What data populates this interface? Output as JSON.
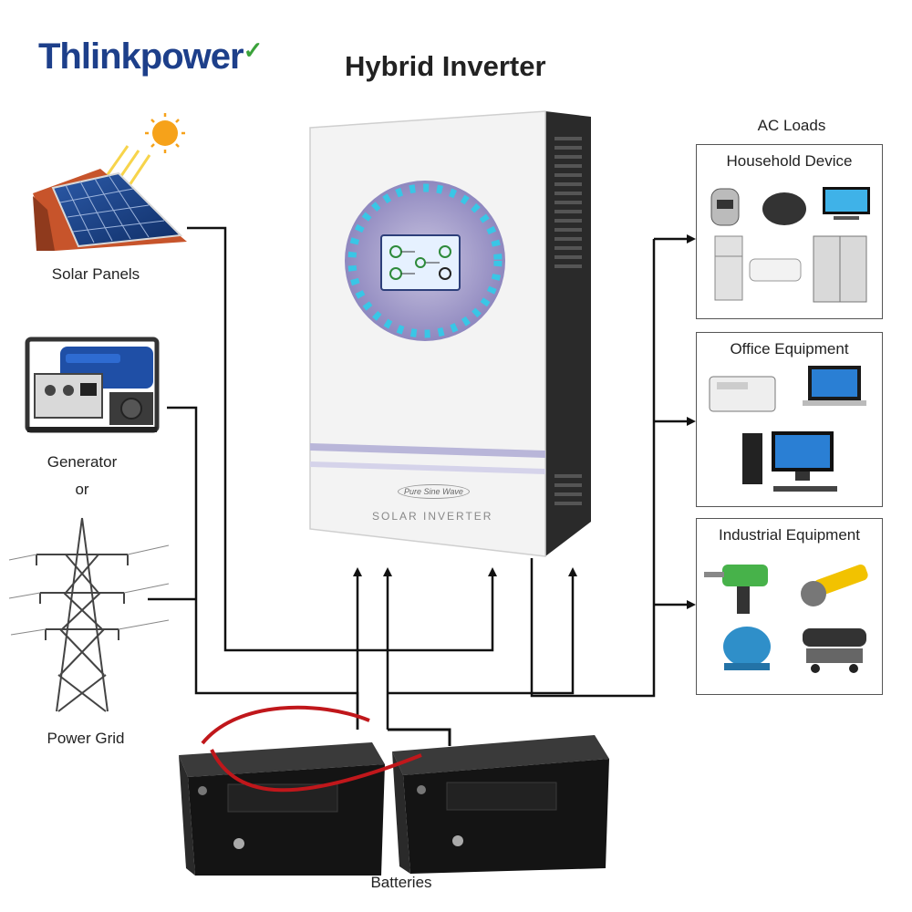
{
  "brand": {
    "name": "Thlinkpower"
  },
  "title": "Hybrid Inverter",
  "sources": {
    "solar": "Solar Panels",
    "generator": "Generator",
    "or": "or",
    "grid": "Power Grid"
  },
  "inverter": {
    "badge": "Pure Sine Wave",
    "label": "SOLAR INVERTER"
  },
  "loads": {
    "heading": "AC Loads",
    "household": "Household Device",
    "office": "Office Equipment",
    "industrial": "Industrial Equipment"
  },
  "batteries": {
    "label": "Batteries"
  },
  "colors": {
    "brand": "#1d3f8a",
    "wire": "#111111",
    "battery_link": "#c0171b",
    "display_ring": "#39c6e6"
  }
}
